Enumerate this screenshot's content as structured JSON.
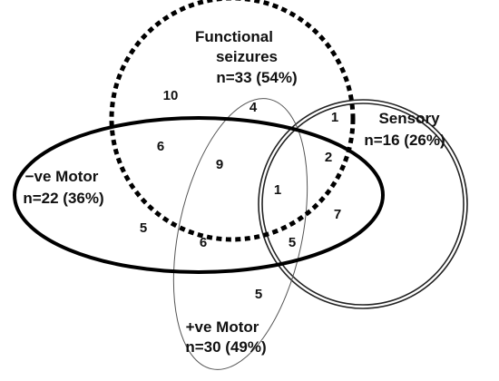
{
  "sets": {
    "functional": {
      "name_line1": "Functional",
      "name_line2": "seizures",
      "stats": "n=33 (54%)"
    },
    "sensory": {
      "name": "Sensory",
      "stats": "n=16 (26%)"
    },
    "neg_motor": {
      "name": "−ve Motor",
      "stats": "n=22 (36%)"
    },
    "pos_motor": {
      "name": "+ve Motor",
      "stats": "n=30 (49%)"
    }
  },
  "regions": {
    "functional_only": "10",
    "functional_pos_motor": "4",
    "functional_sensory": "1",
    "functional_neg_motor": "6",
    "functional_neg_pos_motor": "9",
    "all_four": "1",
    "functional_neg_pos_sensory": "2",
    "sensory_only": "7",
    "neg_motor_only": "5",
    "neg_pos_motor": "6",
    "neg_pos_sensory": "5",
    "pos_motor_only": "5"
  }
}
